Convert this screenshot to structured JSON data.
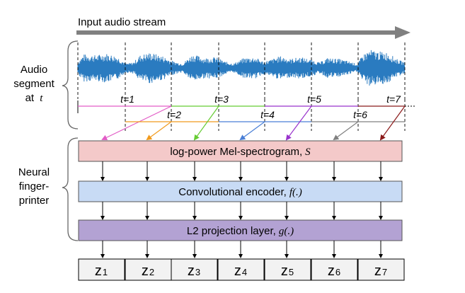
{
  "stream_label": "Input audio stream",
  "audio_segment_label": {
    "line1": "Audio",
    "line2": "segment",
    "line3_prefix": "at",
    "line3_var": "t"
  },
  "fingerprinter_label": {
    "line1": "Neural",
    "line2": "finger-",
    "line3": "printer"
  },
  "segments": [
    {
      "label": "t=1",
      "color": "#e25cc6"
    },
    {
      "label": "t=2",
      "color": "#f19a1d"
    },
    {
      "label": "t=3",
      "color": "#66cc33"
    },
    {
      "label": "t=4",
      "color": "#4a7fd6"
    },
    {
      "label": "t=5",
      "color": "#9933cc"
    },
    {
      "label": "t=6",
      "color": "#808080"
    },
    {
      "label": "t=7",
      "color": "#8b1a1a"
    }
  ],
  "layers": [
    {
      "name": "mel-spectrogram",
      "text": "log-power Mel-spectrogram,",
      "symbol": "S",
      "fill": "#f4c9c9",
      "stroke": "#555555"
    },
    {
      "name": "conv-encoder",
      "text": "Convolutional encoder,",
      "symbol": "f(.)",
      "fill": "#c8dbf5",
      "stroke": "#555555"
    },
    {
      "name": "l2-projection",
      "text": "L2 projection layer,",
      "symbol": "g(.)",
      "fill": "#b3a2d3",
      "stroke": "#555555"
    }
  ],
  "outputs": [
    {
      "base": "z",
      "sub": "1"
    },
    {
      "base": "z",
      "sub": "2"
    },
    {
      "base": "z",
      "sub": "3"
    },
    {
      "base": "z",
      "sub": "4"
    },
    {
      "base": "z",
      "sub": "5"
    },
    {
      "base": "z",
      "sub": "6"
    },
    {
      "base": "z",
      "sub": "7"
    }
  ],
  "colors": {
    "waveform": "#2a7bc0",
    "arrow": "#808080"
  }
}
